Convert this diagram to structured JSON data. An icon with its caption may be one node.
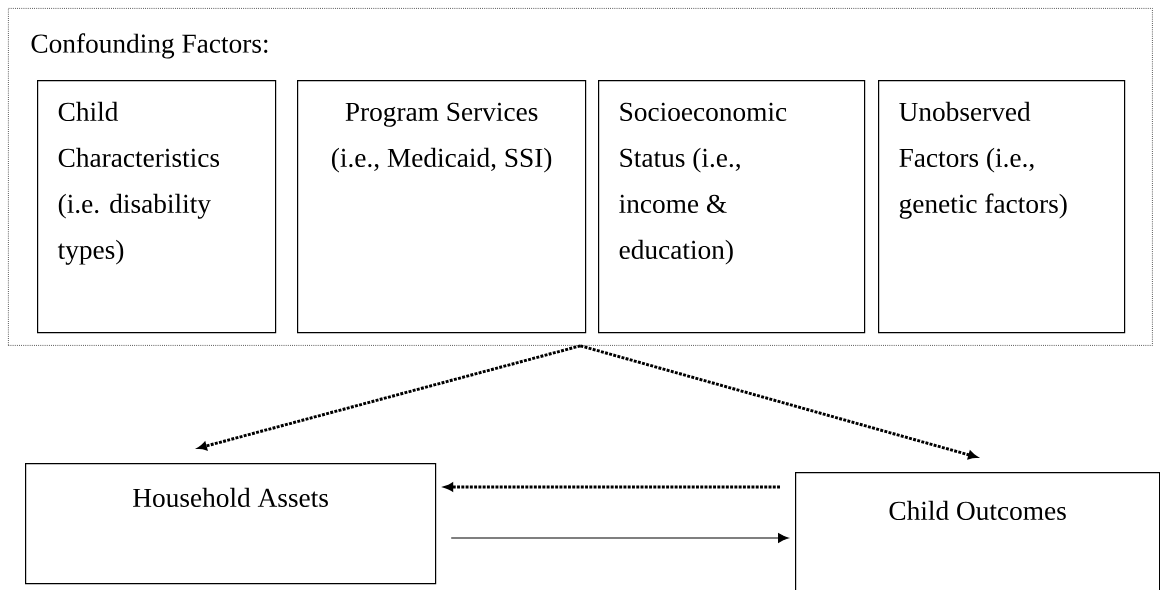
{
  "diagram": {
    "nodes": [
      {
        "text": [
          "Confounding Factors:"
        ]
      },
      {
        "text": [
          "Child Characteristics (i.e. disability types)"
        ],
        "in": 0
      },
      {
        "text": [
          "Program Services (i.e., Medicaid, SSI)"
        ],
        "in": 0
      },
      {
        "text": [
          "Socioeconomic Status (i.e., income & education)"
        ],
        "in": 0
      },
      {
        "text": [
          "Unobserved Factors (i.e., genetic factors)"
        ],
        "in": 0
      },
      {
        "text": [
          "Household Assets"
        ]
      },
      {
        "text": [
          "Child Outcomes"
        ]
      }
    ],
    "edges": [
      {
        "from": 0,
        "to": 5,
        "arrow": "to",
        "style": "dashed"
      },
      {
        "from": 0,
        "to": 6,
        "arrow": "to",
        "style": "dashed"
      },
      {
        "from": 6,
        "to": 5,
        "arrow": "to",
        "style": "dashed"
      },
      {
        "from": 5,
        "to": 6,
        "arrow": "to"
      }
    ]
  }
}
